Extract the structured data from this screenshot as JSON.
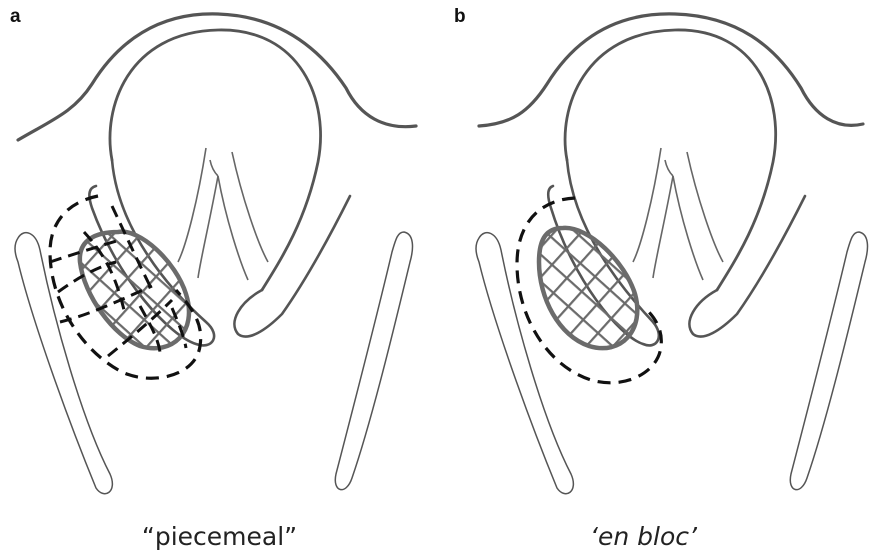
{
  "panels": [
    {
      "letter": "a",
      "caption": "“piecemeal”"
    },
    {
      "letter": "b",
      "caption": "‘en bloc’"
    }
  ],
  "colors": {
    "outline": "#555555",
    "thin_line": "#666666",
    "lesion": "#6b6b6b",
    "resection": "#111111"
  }
}
